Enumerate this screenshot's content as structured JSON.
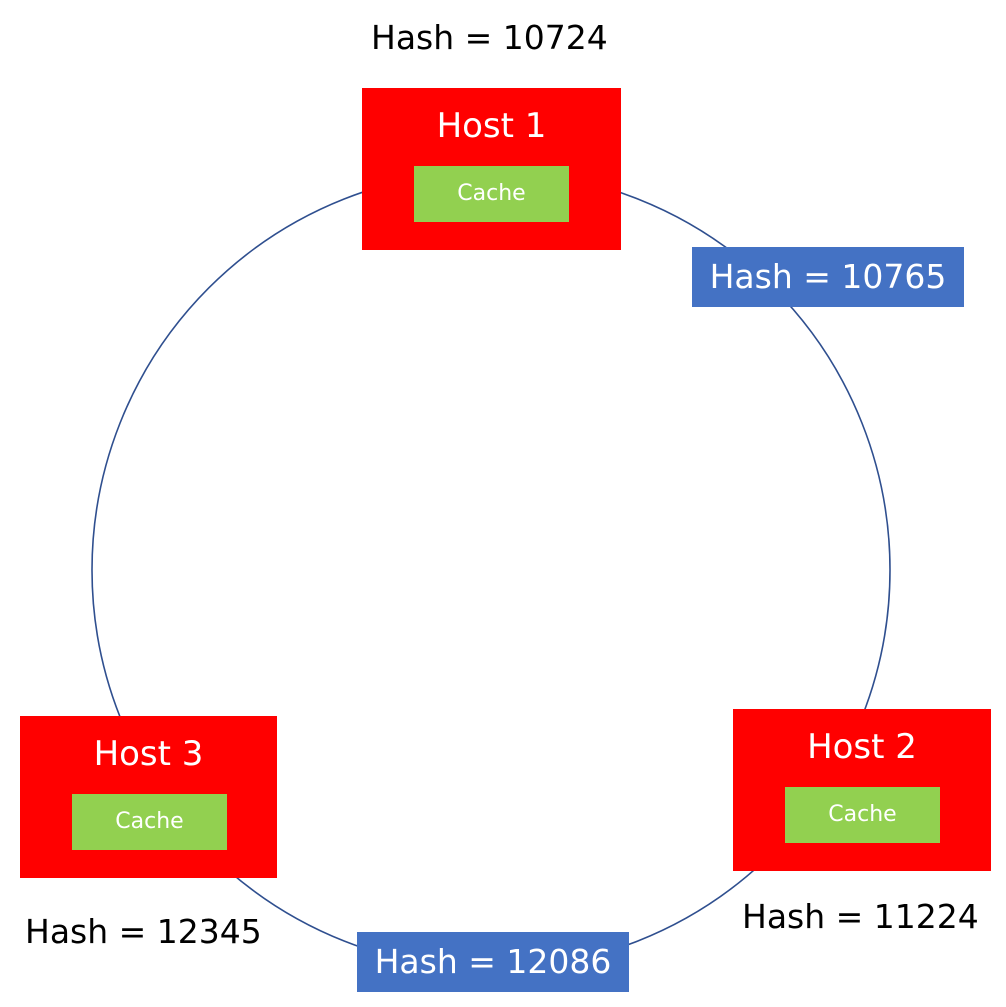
{
  "diagram": {
    "ring_color": "#2f4f8f",
    "host_color": "#ff0000",
    "cache_color": "#92d050",
    "hash_box_color": "#4472c4",
    "hosts": [
      {
        "title": "Host 1",
        "cache_label": "Cache",
        "hash_label": "Hash = 10724"
      },
      {
        "title": "Host 2",
        "cache_label": "Cache",
        "hash_label": "Hash = 11224"
      },
      {
        "title": "Host 3",
        "cache_label": "Cache",
        "hash_label": "Hash = 12345"
      }
    ],
    "keys": [
      {
        "hash_label": "Hash = 10765"
      },
      {
        "hash_label": "Hash = 12086"
      }
    ]
  }
}
